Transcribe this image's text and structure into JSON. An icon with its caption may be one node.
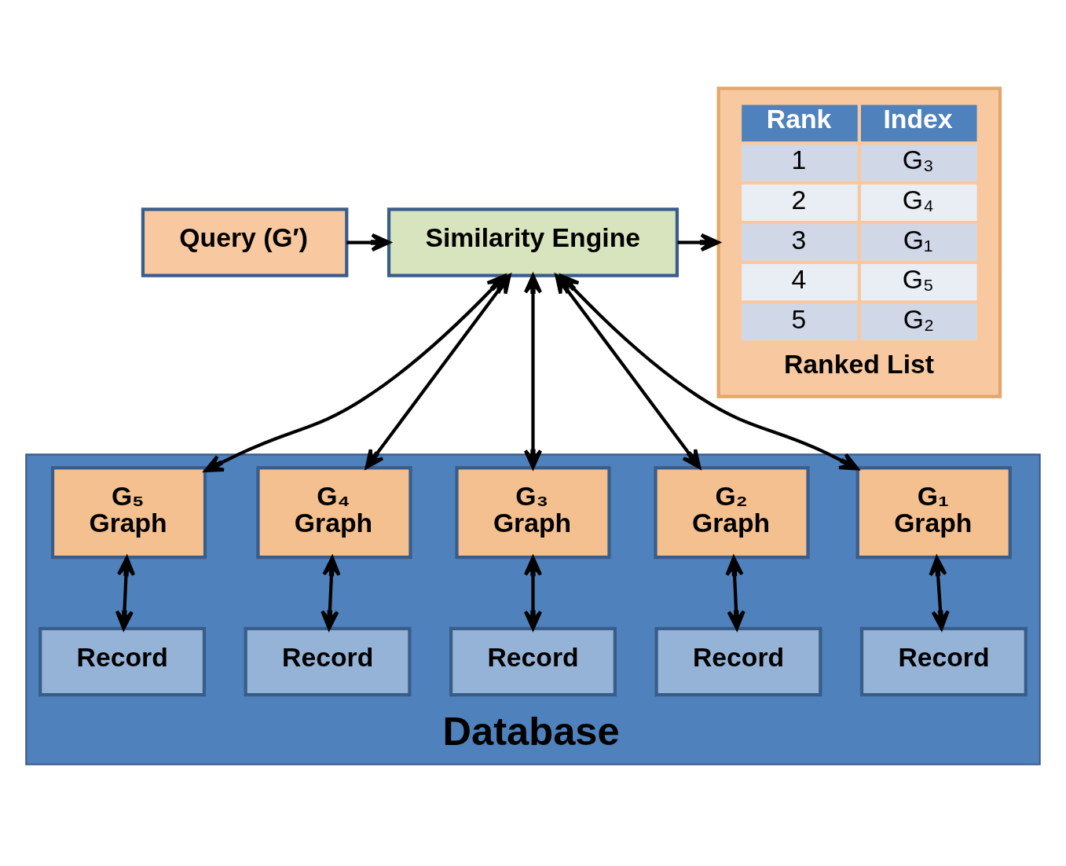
{
  "diagram": {
    "nodes": [
      {
        "text": [
          "Query (G′)"
        ]
      },
      {
        "text": [
          "Similarity Engine"
        ]
      },
      {
        "text": [
          "Ranked List"
        ]
      },
      {
        "text": [
          "Database"
        ]
      },
      {
        "text": [
          "G₁",
          "Graph"
        ],
        "in": 3
      },
      {
        "text": [
          "G₂",
          "Graph"
        ],
        "in": 3
      },
      {
        "text": [
          "G₃",
          "Graph"
        ],
        "in": 3
      },
      {
        "text": [
          "G₄",
          "Graph"
        ],
        "in": 3
      },
      {
        "text": [
          "G₅",
          "Graph"
        ],
        "in": 3
      },
      {
        "text": [
          "Record"
        ],
        "in": 3
      },
      {
        "text": [
          "Record"
        ],
        "in": 3
      },
      {
        "text": [
          "Record"
        ],
        "in": 3
      },
      {
        "text": [
          "Record"
        ],
        "in": 3
      },
      {
        "text": [
          "Record"
        ],
        "in": 3
      }
    ],
    "edges": [
      {
        "from": 0,
        "to": 1,
        "arrow": "to"
      },
      {
        "from": 1,
        "to": 2,
        "arrow": "to"
      },
      {
        "from": 1,
        "to": 4,
        "arrow": "both"
      },
      {
        "from": 1,
        "to": 5,
        "arrow": "both"
      },
      {
        "from": 1,
        "to": 6,
        "arrow": "both"
      },
      {
        "from": 1,
        "to": 7,
        "arrow": "both"
      },
      {
        "from": 1,
        "to": 8,
        "arrow": "both"
      },
      {
        "from": 4,
        "to": 9,
        "arrow": "both"
      },
      {
        "from": 5,
        "to": 10,
        "arrow": "both"
      },
      {
        "from": 6,
        "to": 11,
        "arrow": "both"
      },
      {
        "from": 7,
        "to": 12,
        "arrow": "both"
      },
      {
        "from": 8,
        "to": 13,
        "arrow": "both"
      }
    ],
    "labels": [
      "Rank",
      "Index",
      "1",
      "G₃",
      "2",
      "G₄",
      "3",
      "G₁",
      "4",
      "G₅",
      "5",
      "G₂"
    ]
  }
}
